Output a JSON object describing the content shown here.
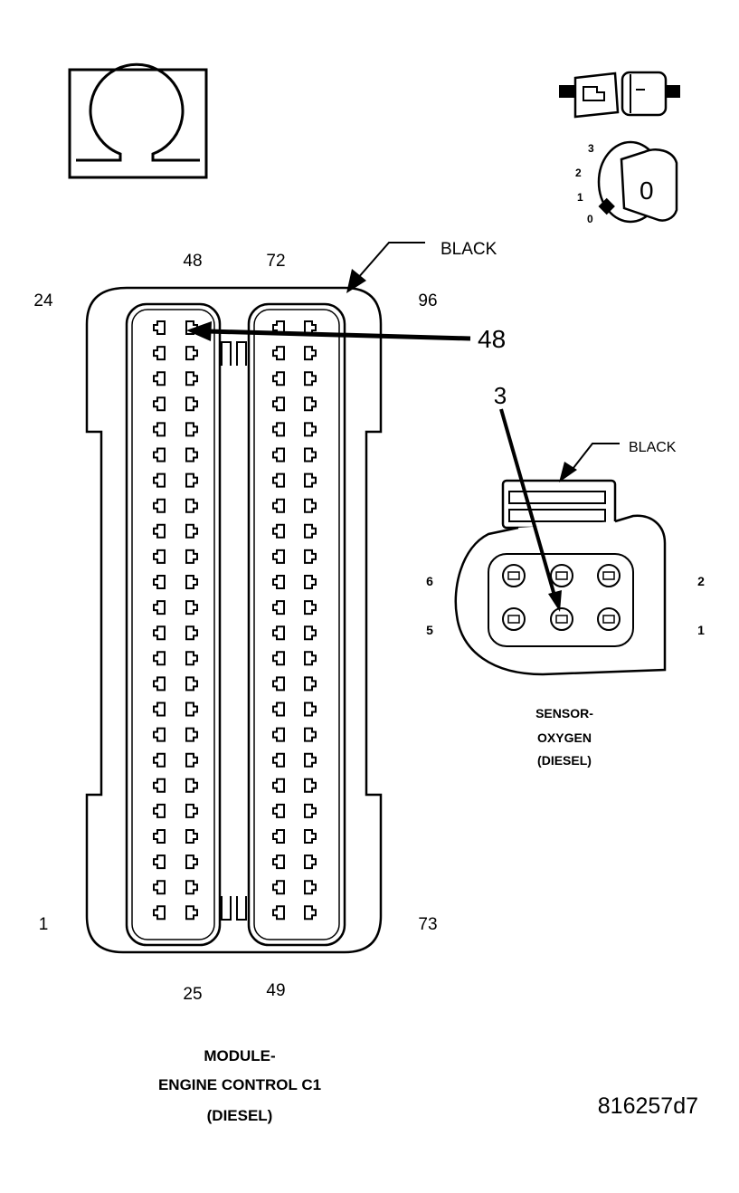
{
  "icons": {
    "ohm": "ohm-symbol-icon",
    "connector_test": "connector-disconnect-icon",
    "ignition": "ignition-key-icon"
  },
  "ignition": {
    "positions": [
      "3",
      "2",
      "1",
      "0"
    ],
    "key_label": "0"
  },
  "ecm_connector": {
    "color_callout": "BLACK",
    "pin_labels": {
      "top_left": "48",
      "top_right": "72",
      "corner_top_left": "24",
      "corner_top_right": "96",
      "corner_bottom_left": "1",
      "corner_bottom_right": "73",
      "bottom_left": "25",
      "bottom_right": "49"
    },
    "pointer_pin": "48",
    "title_lines": [
      "MODULE-",
      "ENGINE CONTROL C1",
      "(DIESEL)"
    ]
  },
  "o2_connector": {
    "color_callout": "BLACK",
    "pointer_pin": "3",
    "pin_labels": {
      "left_top": "6",
      "left_bottom": "5",
      "right_top": "2",
      "right_bottom": "1"
    },
    "title_lines": [
      "SENSOR-",
      "OXYGEN",
      "(DIESEL)"
    ]
  },
  "figure_id": "816257d7"
}
